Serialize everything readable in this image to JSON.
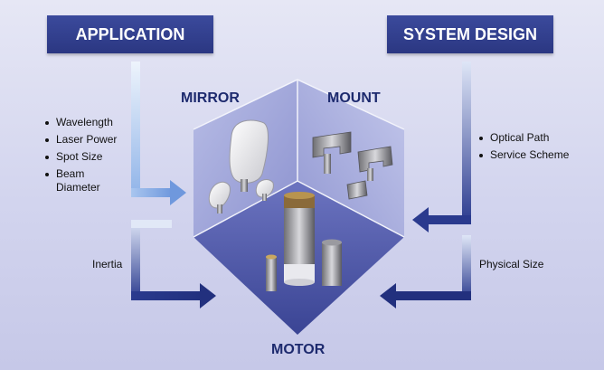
{
  "headers": {
    "application": "APPLICATION",
    "system_design": "SYSTEM DESIGN"
  },
  "faces": {
    "mirror": "MIRROR",
    "mount": "MOUNT",
    "motor": "MOTOR"
  },
  "application_inputs": [
    "Wavelength",
    "Laser Power",
    "Spot Size",
    "Beam Diameter"
  ],
  "application_inertia": "Inertia",
  "system_inputs": [
    "Optical Path",
    "Service Scheme"
  ],
  "system_physical": "Physical Size",
  "colors": {
    "header_blue": "#2f3c8a",
    "label_blue": "#1d2a6e",
    "arrow_light": "#c2d8f4",
    "arrow_dark": "#2a3a8e"
  }
}
